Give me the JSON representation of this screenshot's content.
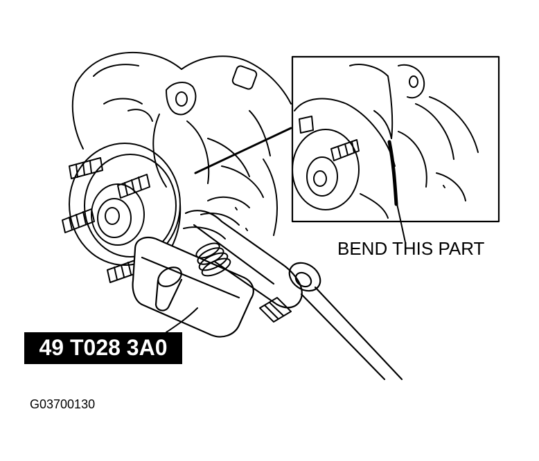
{
  "figure": {
    "callout_label": "BEND THIS PART",
    "tool_code": "49 T028 3A0",
    "figure_id": "G03700130"
  },
  "colors": {
    "ink": "#000000",
    "paper": "#ffffff"
  }
}
